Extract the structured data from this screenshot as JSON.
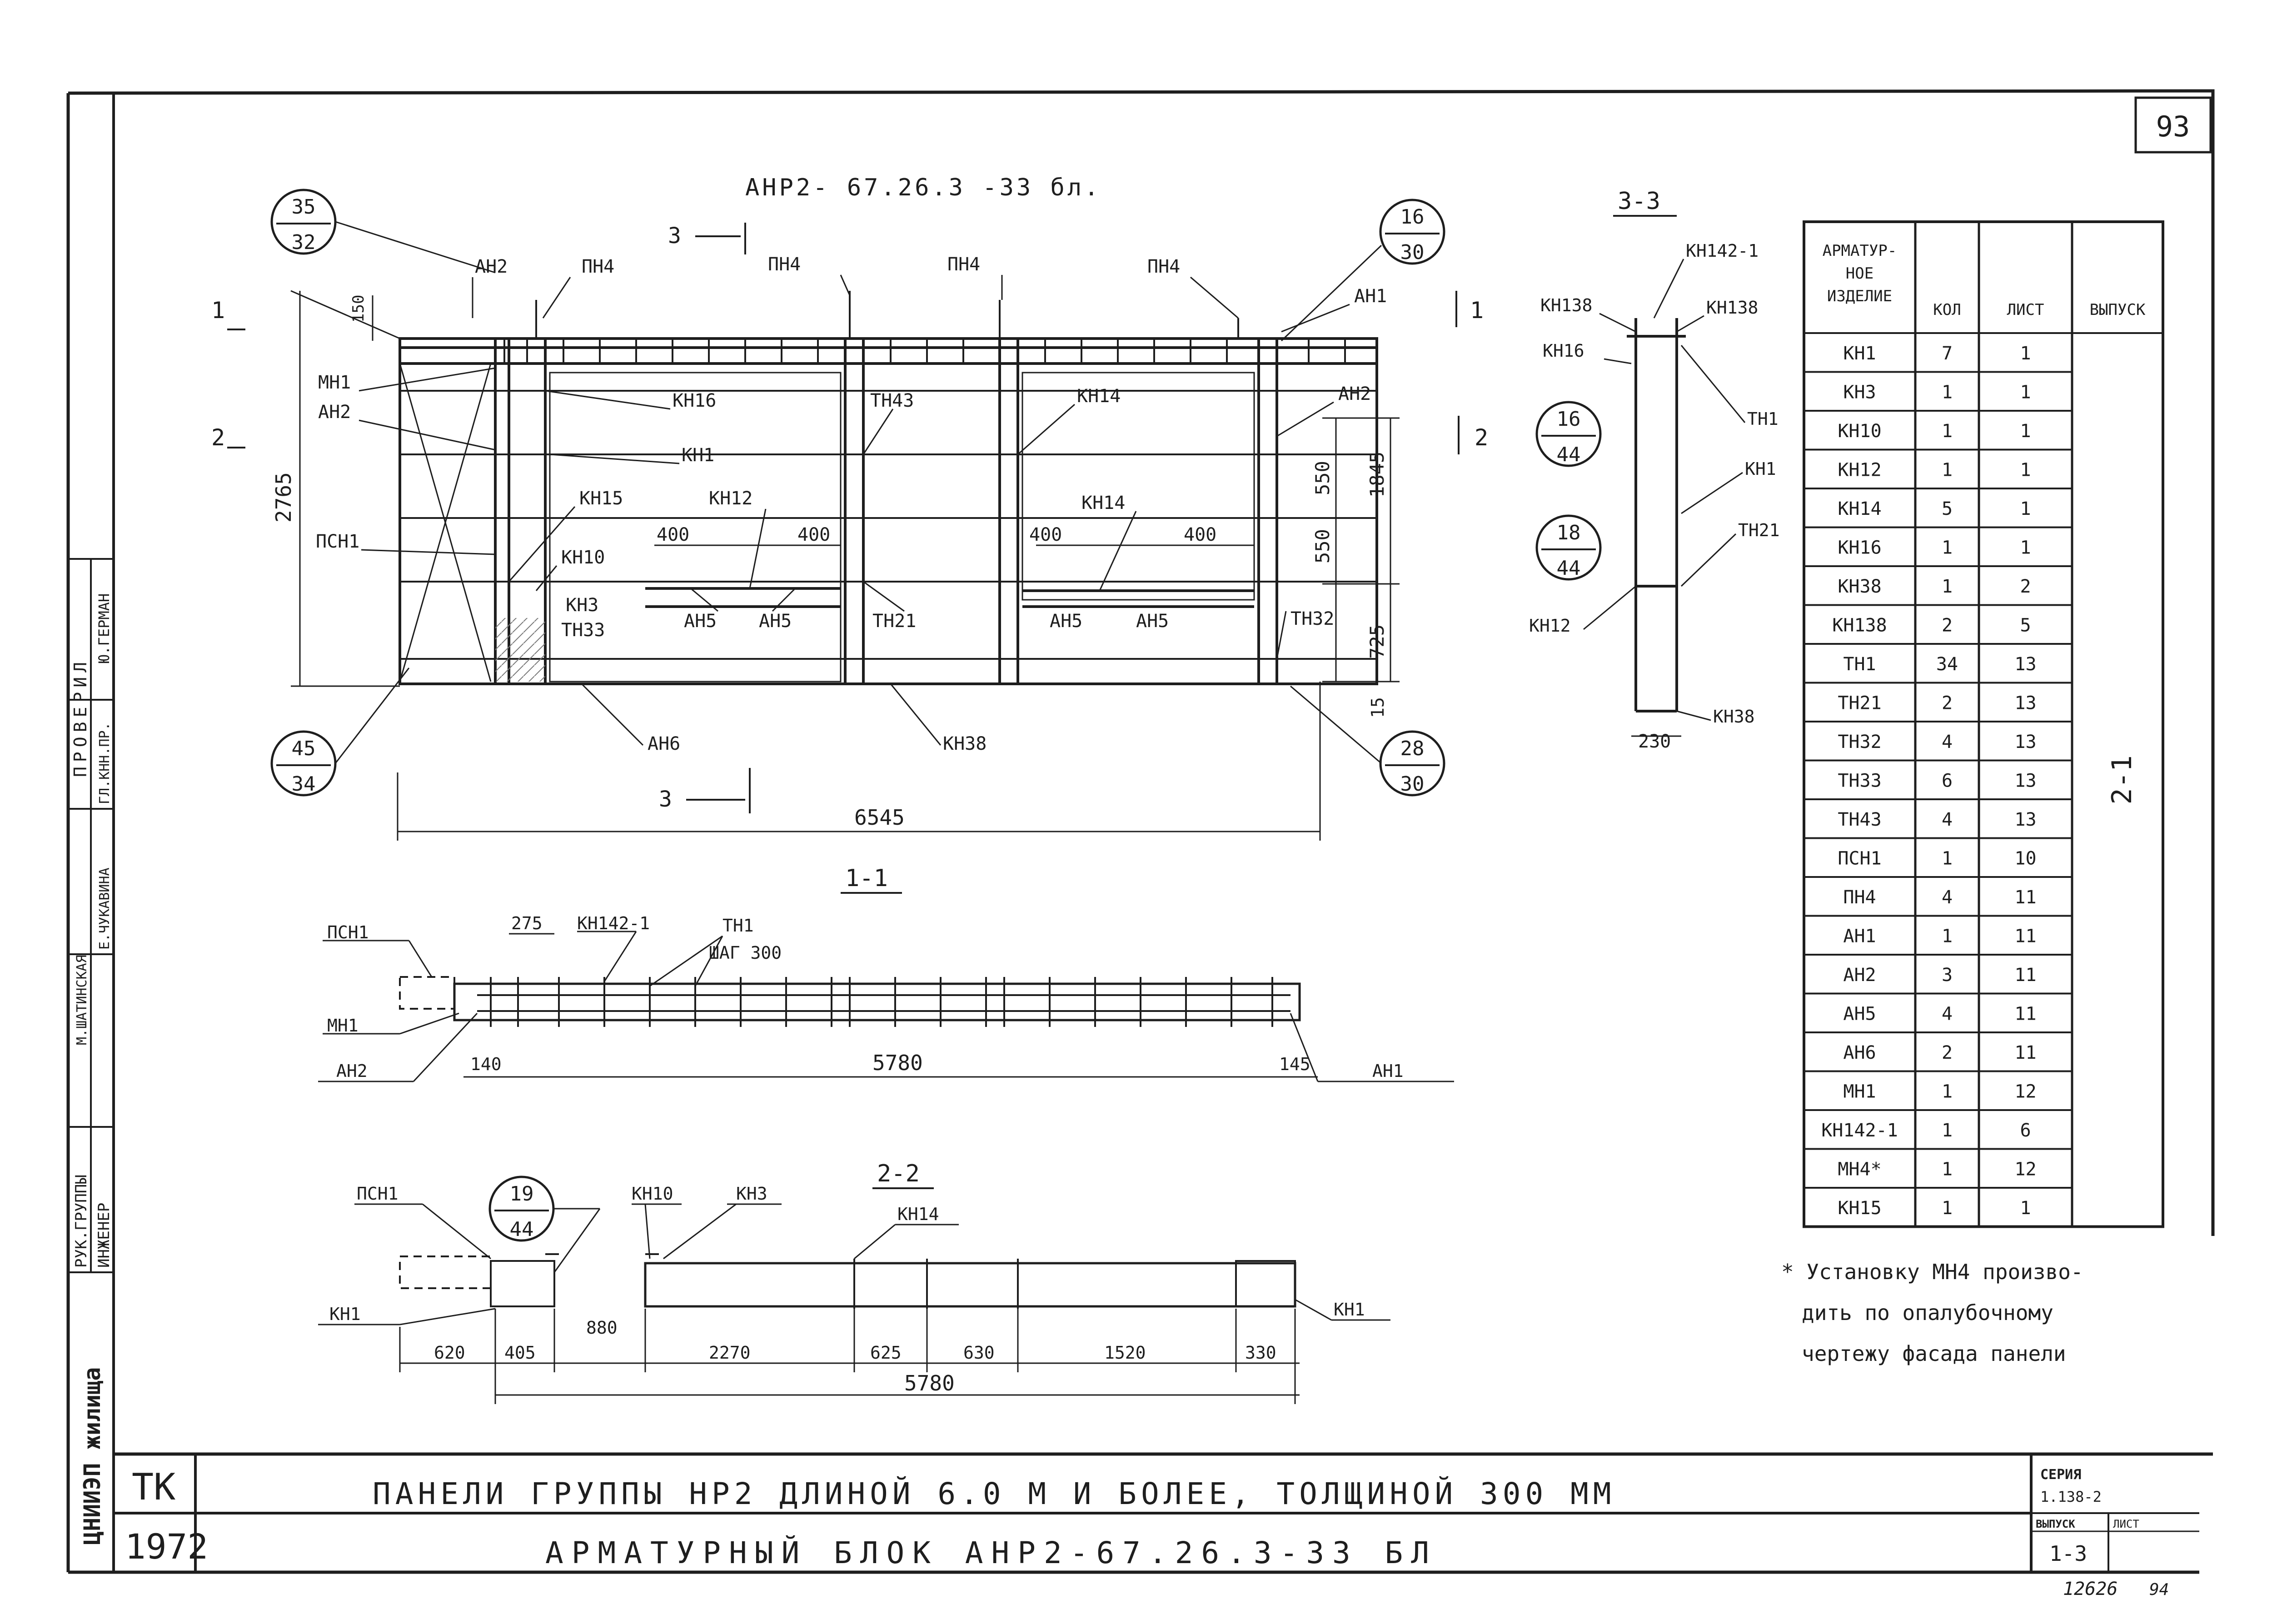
{
  "page_number": "93",
  "top_tag": "АНР2- 67.26.3 -33 бл.",
  "elevation": {
    "callouts": [
      {
        "top": "35",
        "bottom": "32"
      },
      {
        "top": "16",
        "bottom": "30"
      },
      {
        "top": "45",
        "bottom": "34"
      },
      {
        "top": "28",
        "bottom": "30"
      },
      {
        "top": "16",
        "bottom": "44"
      },
      {
        "top": "18",
        "bottom": "44"
      }
    ],
    "cut_marks": {
      "s3": "3",
      "s1": "1",
      "s2": "2"
    },
    "labels": {
      "ah2": "АН2",
      "pn4": "ПН4",
      "ah1": "АН1",
      "mh1": "МН1",
      "psn1": "ПСН1",
      "kn16": "КН16",
      "kn1": "КН1",
      "kn15": "КН15",
      "kn12": "КН12",
      "kn10": "КН10",
      "kn3": "КН3",
      "tn33": "ТН33",
      "tn43": "ТН43",
      "kn14": "КН14",
      "ah5": "АН5",
      "tn21": "ТН21",
      "tn32": "ТН32",
      "ah6": "АН6",
      "kn38": "КН38"
    },
    "dims": {
      "d150": "150",
      "d2765": "2765",
      "d400": "400",
      "d550": "550",
      "d1845": "1845",
      "d725": "725",
      "d15": "15",
      "d6545": "6545"
    }
  },
  "section_33": {
    "title": "3-3",
    "labels": {
      "kn142": "КН142-1",
      "kn138": "КН138",
      "kn16": "КН16",
      "tn1": "ТН1",
      "kn1": "КН1",
      "tn21": "ТН21",
      "kn12": "КН12",
      "kn38": "КН38"
    },
    "width": "230"
  },
  "section_11": {
    "title": "1-1",
    "labels": {
      "psn1": "ПСН1",
      "kn142": "КН142-1",
      "tn1": "ТН1",
      "step": "ШАГ 300",
      "mh1": "МН1",
      "ah2": "АН2",
      "ah1": "АН1"
    },
    "dims": {
      "d275": "275",
      "d140": "140",
      "d5780": "5780",
      "d145": "145"
    }
  },
  "section_22": {
    "title": "2-2",
    "labels": {
      "psn1": "ПСН1",
      "kn10": "КН10",
      "kn3": "КН3",
      "kn14": "КН14",
      "kn1": "КН1"
    },
    "dims": {
      "d620": "620",
      "d405": "405",
      "d880": "880",
      "d2270": "2270",
      "d625": "625",
      "d630": "630",
      "d1520": "1520",
      "d330": "330",
      "d5780": "5780"
    }
  },
  "table": {
    "headers": [
      "АРМАТУР-НОЕ ИЗДЕЛИЕ",
      "КОЛ",
      "ЛИСТ",
      "ВЫПУСК"
    ],
    "release": "2-1",
    "rows": [
      [
        "КН1",
        "7",
        "1"
      ],
      [
        "КН3",
        "1",
        "1"
      ],
      [
        "КН10",
        "1",
        "1"
      ],
      [
        "КН12",
        "1",
        "1"
      ],
      [
        "КН14",
        "5",
        "1"
      ],
      [
        "КН16",
        "1",
        "1"
      ],
      [
        "КН38",
        "1",
        "2"
      ],
      [
        "КН138",
        "2",
        "5"
      ],
      [
        "ТН1",
        "34",
        "13"
      ],
      [
        "ТН21",
        "2",
        "13"
      ],
      [
        "ТН32",
        "4",
        "13"
      ],
      [
        "ТН33",
        "6",
        "13"
      ],
      [
        "ТН43",
        "4",
        "13"
      ],
      [
        "ПСН1",
        "1",
        "10"
      ],
      [
        "ПН4",
        "4",
        "11"
      ],
      [
        "АН1",
        "1",
        "11"
      ],
      [
        "АН2",
        "3",
        "11"
      ],
      [
        "АН5",
        "4",
        "11"
      ],
      [
        "АН6",
        "2",
        "11"
      ],
      [
        "МН1",
        "1",
        "12"
      ],
      [
        "КН142-1",
        "1",
        "6"
      ],
      [
        "МН4*",
        "1",
        "12"
      ],
      [
        "КН15",
        "1",
        "1"
      ]
    ]
  },
  "note": {
    "line1": "* Установку МН4 произво-",
    "line2": "дить по опалубочному",
    "line3": "чертежу фасада панели"
  },
  "stamp": {
    "org": "ЦНИИЭП жилища",
    "roles": [
      "РУК.ГРУППЫ",
      "ИНЖЕНЕР",
      "ГЛ.КНН.ПР.",
      "ПРОВЕРИЛ"
    ],
    "names": [
      "М.ШАТИНСКАЯ",
      "Е.ЧУКАВИНА",
      "Ю.ГЕРМАН"
    ],
    "code": "ТК",
    "year": "1972",
    "title1": "ПАНЕЛИ ГРУППЫ НР2 ДЛИНОЙ 6.0 М И БОЛЕЕ, ТОЛЩИНОЙ 300 ММ",
    "title2": "АРМАТУРНЫЙ БЛОК АНР2-67.26.3-33 БЛ",
    "series_label": "СЕРИЯ",
    "series": "1.138-2",
    "issue_label": "ВЫПУСК",
    "issue": "1-3",
    "sheet_label": "ЛИСТ",
    "inv": "12626",
    "inv2": "94"
  }
}
